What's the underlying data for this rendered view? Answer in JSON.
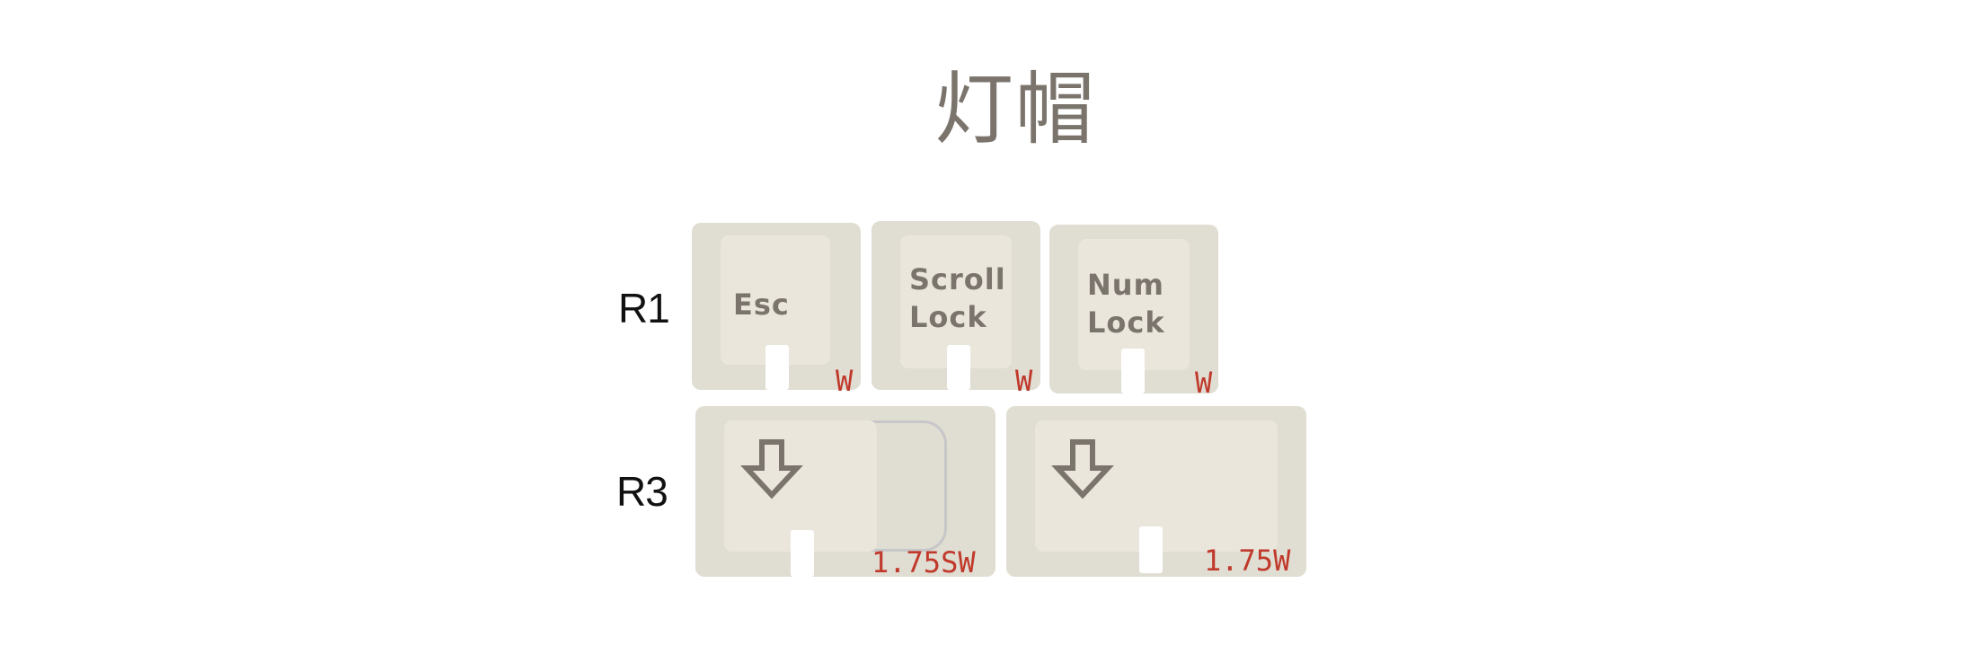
{
  "title": "灯帽",
  "rows": [
    {
      "label": "R1",
      "keys": [
        {
          "legend": "Esc",
          "size": "W"
        },
        {
          "legend": "Scroll\nLock",
          "size": "W"
        },
        {
          "legend": "Num\nLock",
          "size": "W"
        }
      ]
    },
    {
      "label": "R3",
      "keys": [
        {
          "legend_icon": "down-arrow-icon",
          "size": "1.75SW"
        },
        {
          "legend_icon": "down-arrow-icon",
          "size": "1.75W"
        }
      ]
    }
  ],
  "colors": {
    "keycap": "#e0ddd3",
    "keycap_top": "#ebe6dc",
    "legend": "#7a746c",
    "size_label": "#c0392b"
  }
}
